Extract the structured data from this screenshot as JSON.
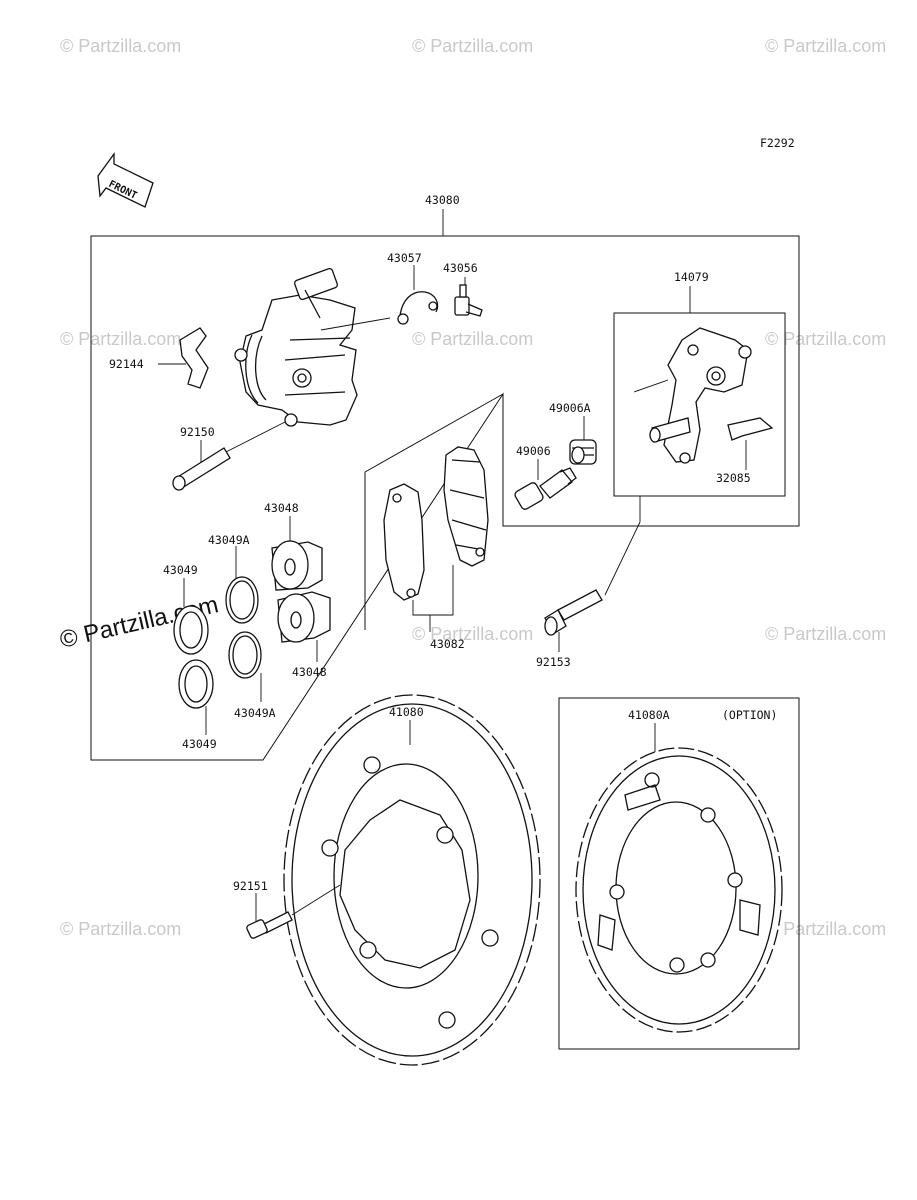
{
  "diagram_code": "F2292",
  "front_label": "FRONT",
  "option_label": "(OPTION)",
  "watermarks": {
    "small": "© Partzilla.com",
    "big": "© Partzilla.com"
  },
  "parts": {
    "assembly": "43080",
    "clip": "43057",
    "bleeder": "43056",
    "bracket": "14079",
    "pad_spring": "92144",
    "pin": "92150",
    "boot_a": "49006A",
    "boot": "49006",
    "bracket_plate": "32085",
    "piston_upper": "43048",
    "seal_a_upper": "43049A",
    "seal_upper": "43049",
    "pad_set": "43082",
    "bolt_bracket": "92153",
    "piston_lower": "43048",
    "seal_a_lower": "43049A",
    "seal_lower": "43049",
    "disc": "41080",
    "disc_option": "41080A",
    "disc_bolt": "92151"
  }
}
